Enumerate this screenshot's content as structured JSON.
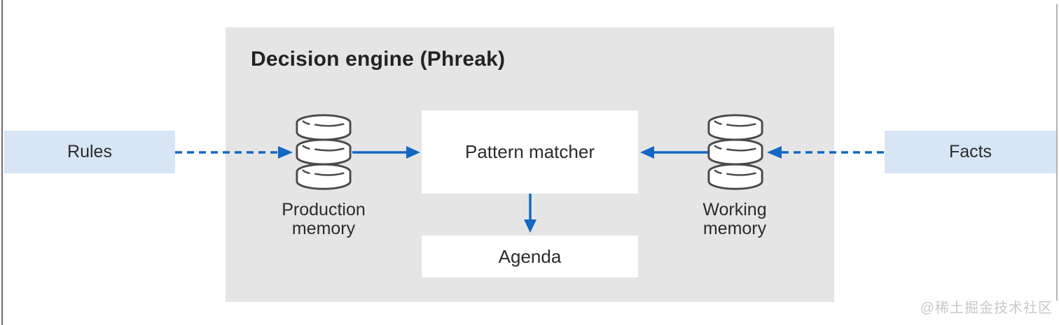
{
  "diagram": {
    "title": "Decision engine (Phreak)",
    "inputs": {
      "rules": "Rules",
      "facts": "Facts"
    },
    "nodes": {
      "production_memory": "Production memory",
      "working_memory": "Working memory",
      "pattern_matcher": "Pattern matcher",
      "agenda": "Agenda"
    },
    "arrows": [
      {
        "name": "rules-to-production-memory",
        "style": "dashed",
        "direction": "right"
      },
      {
        "name": "production-memory-to-pattern-matcher",
        "style": "solid",
        "direction": "right"
      },
      {
        "name": "working-memory-to-pattern-matcher",
        "style": "solid",
        "direction": "left"
      },
      {
        "name": "facts-to-working-memory",
        "style": "dashed",
        "direction": "left"
      },
      {
        "name": "pattern-matcher-to-agenda",
        "style": "solid",
        "direction": "down"
      }
    ],
    "watermark": "@稀土掘金技术社区",
    "colors": {
      "panel_bg": "#e6e5e5",
      "io_box_bg": "#d7e5f4",
      "node_box_bg": "#ffffff",
      "arrow_blue": "#1268c3",
      "text_dark": "#2b2b2b",
      "db_stroke": "#4a4a4a",
      "watermark_gray": "#c9c9c9"
    }
  }
}
